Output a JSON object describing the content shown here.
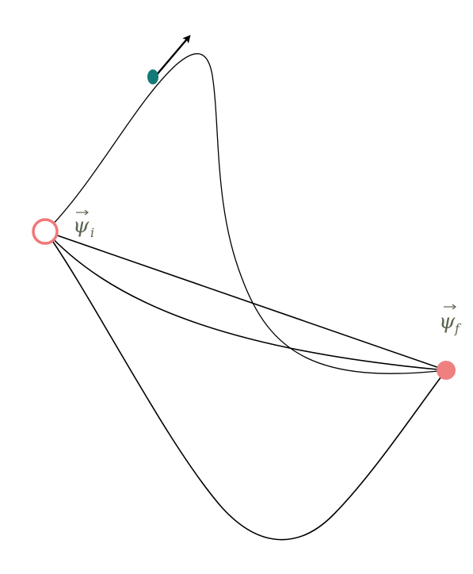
{
  "labels": {
    "initial": {
      "symbol": "ψ",
      "subscript": "i"
    },
    "final": {
      "symbol": "ψ",
      "subscript": "f"
    }
  },
  "colors": {
    "initial_state_stroke": "#f07878",
    "final_state_fill": "#f07f7f",
    "moving_point": "#137a78",
    "arrow": "#000000",
    "label_text": "#5a6650"
  },
  "elements": {
    "initial_state": "hollow-circle",
    "final_state": "filled-circle",
    "moving_point": "filled-ellipse",
    "direction": "arrow"
  }
}
